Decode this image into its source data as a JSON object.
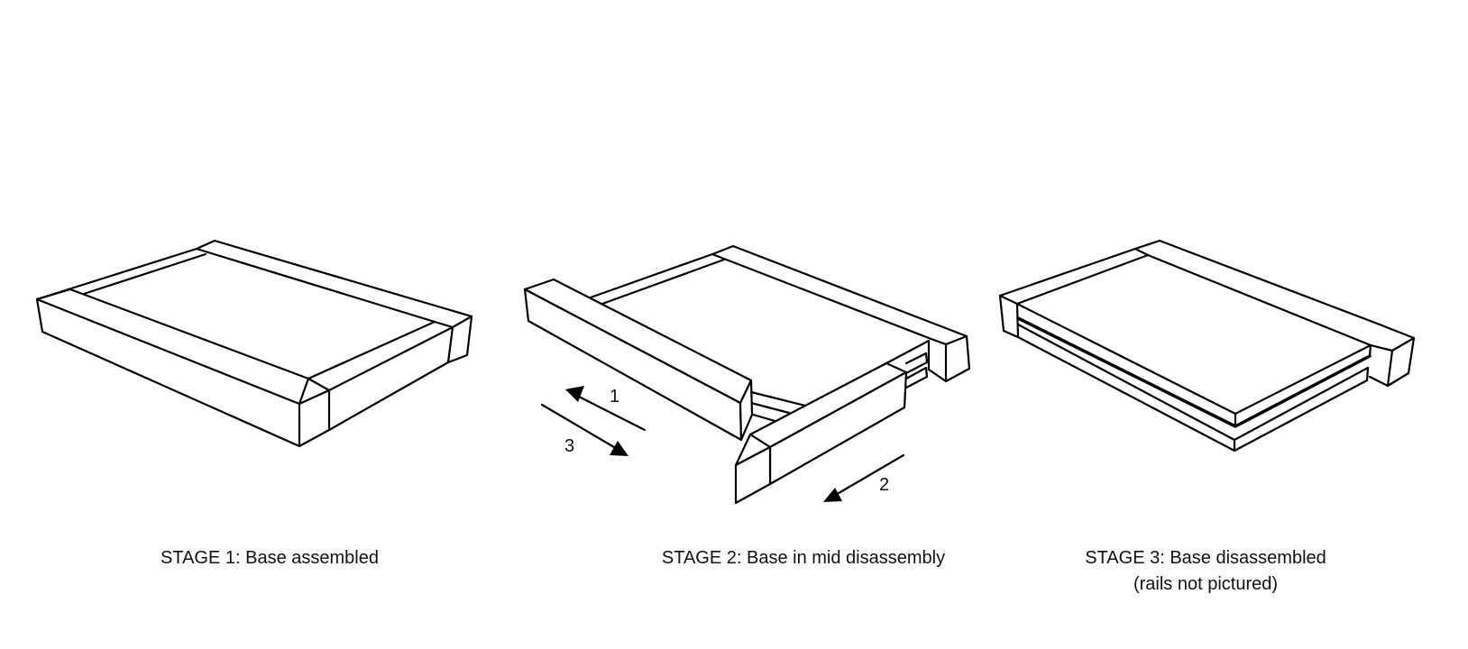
{
  "stages": [
    {
      "caption": "STAGE 1: Base assembled"
    },
    {
      "caption": "STAGE 2: Base in mid disassembly"
    },
    {
      "caption": "STAGE 3: Base disassembled",
      "note": "(rails not pictured)"
    }
  ],
  "arrows": [
    {
      "label": "1"
    },
    {
      "label": "2"
    },
    {
      "label": "3"
    }
  ],
  "colors": {
    "line": "#000000",
    "background": "#ffffff"
  }
}
